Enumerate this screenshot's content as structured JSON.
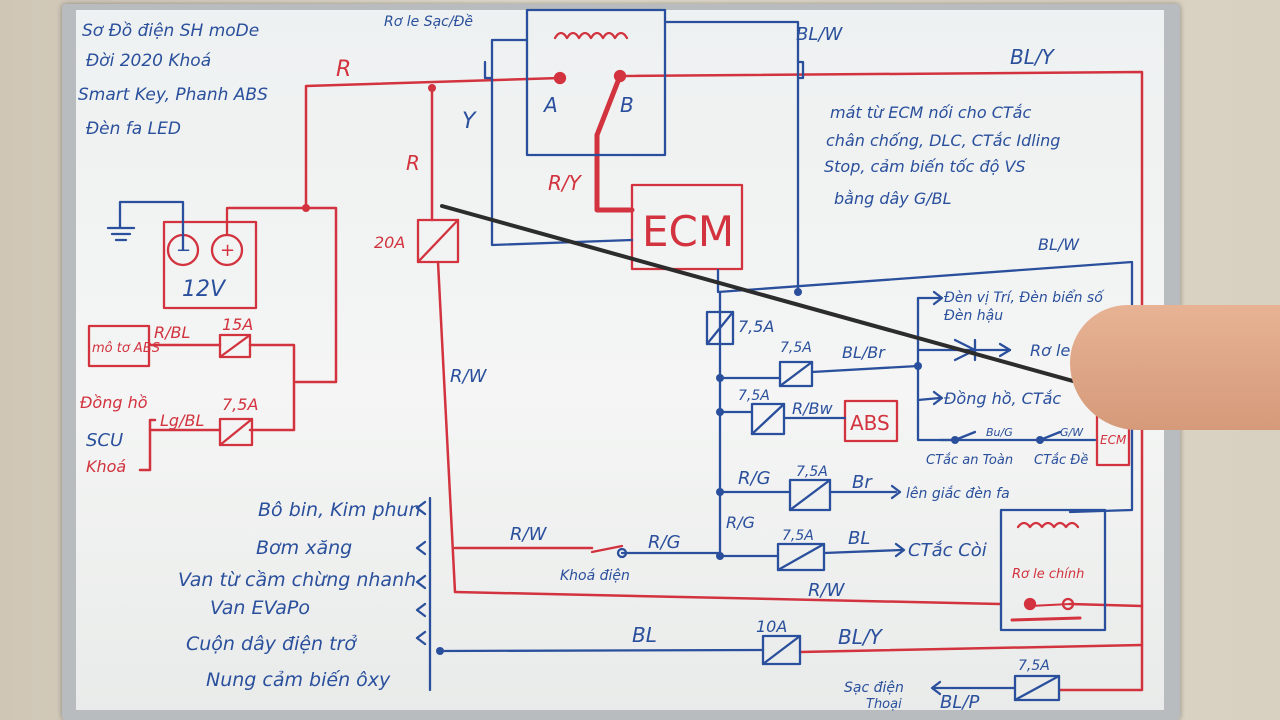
{
  "title_lines": [
    "Sơ Đồ điện SH moDe",
    "Đời 2020 Khoá",
    "Smart Key, Phanh ABS",
    "Đèn fa LED"
  ],
  "labels": {
    "R_top": "R",
    "R_mid": "R",
    "Y": "Y",
    "A": "A",
    "B": "B",
    "R_Y": "R/Y",
    "BL_W_top": "BL/W",
    "BL_Y_top": "BL/Y",
    "ECM": "ECM",
    "fuse20": "20A",
    "battery_minus": "−",
    "battery_plus": "+",
    "battery": "12V",
    "moto_abs": "mô tơ ABS",
    "R_BL": "R/BL",
    "fuse15": "15A",
    "dongho_scu": [
      "Đồng hồ",
      "SCU",
      "Khoá"
    ],
    "Lg_BL": "Lg/BL",
    "fuse75_a": "7,5A",
    "R_W_left": "R/W",
    "relay_sac": "Rơ le Sạc/Đề",
    "note": [
      "mát từ ECM nối cho CTắc",
      "chân chống, DLC, CTắc Idling",
      "Stop, cảm biến tốc độ VS",
      "bằng dây G/BL"
    ],
    "BL_W_mid": "BL/W",
    "fuse75_b": "7,5A",
    "fuse75_c": "7,5A",
    "BL_Br": "BL/Br",
    "den_vitri": [
      "Đèn vị Trí, Đèn biển số",
      "Đèn hậu"
    ],
    "relay_xi": "Rơ le xi nhan",
    "fuse75_d": "7,5A",
    "R_Bw": "R/Bw",
    "ABS": "ABS",
    "dongho_ctac": "Đồng hồ, CTắc",
    "ctac_antoan": "CTắc an Toàn",
    "Bu_G": "Bu/G",
    "G_W": "G/W",
    "ctac_de": "CTắc Đề",
    "ECM_small": "ECM",
    "R_G_a": "R/G",
    "fuse75_e": "7,5A",
    "Br": "Br",
    "len_giac": "lên giắc đèn fa",
    "R_G_b": "R/G",
    "fuse75_f": "7,5A",
    "BL_right": "BL",
    "ctac_coi": "CTắc Còi",
    "R_W_mid": "R/W",
    "R_G_c": "R/G",
    "khoa_dien": "Khoá điện",
    "relay_chinh": "Rơ le chính",
    "R_W_bot": "R/W",
    "loads": [
      "Bô bin, Kim phun",
      "Bơm xăng",
      "Van từ cầm chừng nhanh",
      "Van EVaPo",
      "Cuộn dây điện trở",
      "Nung cảm biến ôxy"
    ],
    "BL_bot": "BL",
    "fuse10": "10A",
    "BL_Y_bot": "BL/Y",
    "fuse75_g": "7,5A",
    "sac_dien": [
      "Sạc điện",
      "Thoại"
    ],
    "BL_P": "BL/P"
  },
  "colors": {
    "blue": "#2a4f9c",
    "red": "#d2333f",
    "board": "#f2f4f3"
  }
}
